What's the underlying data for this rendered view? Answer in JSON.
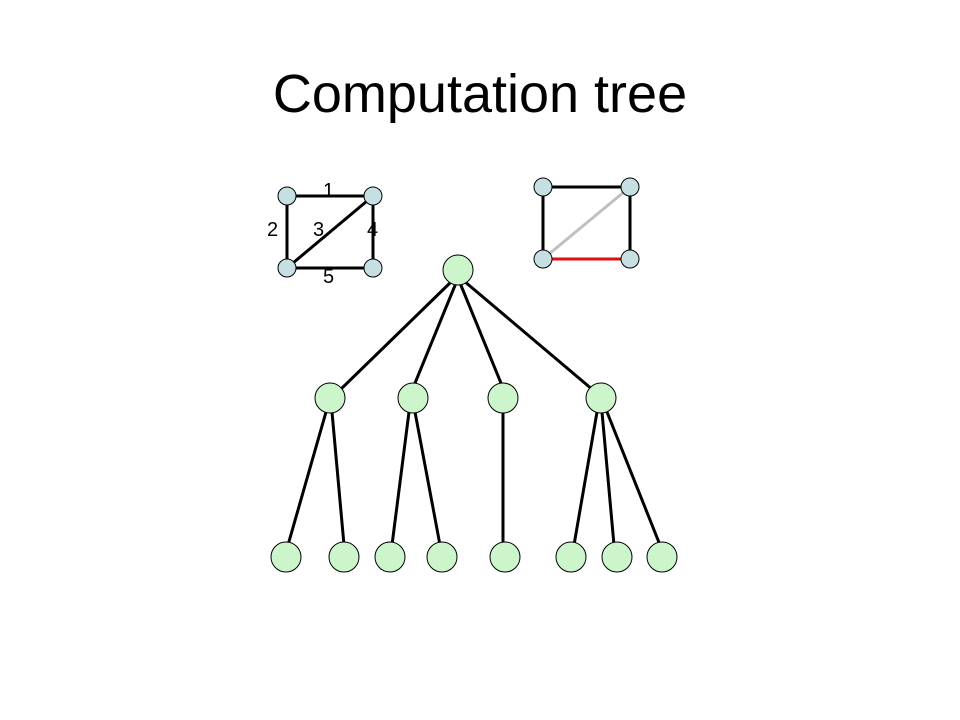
{
  "title": "Computation tree",
  "colors": {
    "small_node_fill": "#c6dfe3",
    "tree_node_fill": "#ccf5cc",
    "edge": "#000000",
    "highlight_edge": "#dd1111",
    "faded_edge": "#c0c0c0"
  },
  "labeled_graph": {
    "edge_labels": [
      "1",
      "2",
      "3",
      "4",
      "5"
    ]
  }
}
